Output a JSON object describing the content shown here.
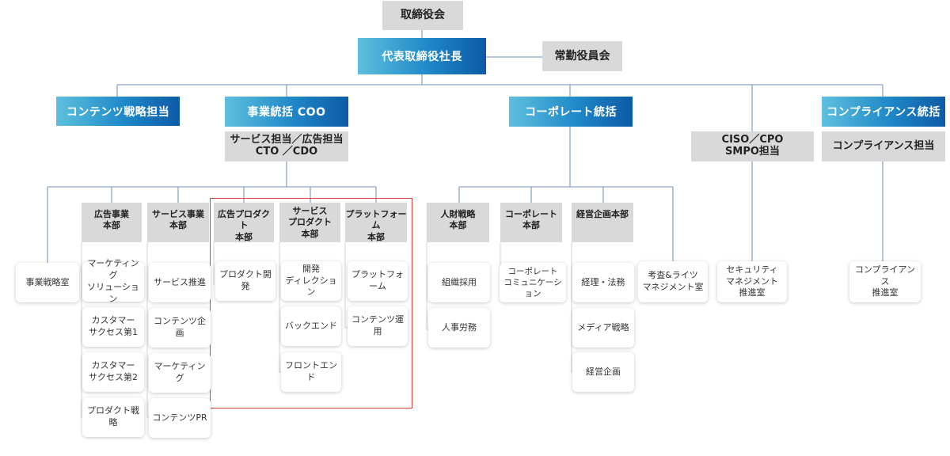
{
  "nodes": {
    "board": "取締役会",
    "ceo": "代表取締役社長",
    "executive_committee": "常勤役員会",
    "content_strategy": "コンテンツ戦略担当",
    "coo": "事業統括 COO",
    "coo_sub": "サービス担当／広告担当\nCTO ／CDO",
    "corporate": "コーポレート統括",
    "ciso": "CISO／CPO\nSMPO担当",
    "compliance": "コンプライアンス統括",
    "compliance_sub": "コンプライアンス担当"
  },
  "departments": {
    "ad_biz": "広告事業\n本部",
    "service_biz": "サービス事業\n本部",
    "ad_product": "広告プロダクト\n本部",
    "service_product": "サービス\nプロダクト\n本部",
    "platform": "プラットフォーム\n本部",
    "hr": "人財戦略\n本部",
    "corporate_hq": "コーポレート\n本部",
    "management_planning": "経営企画本部"
  },
  "units": {
    "biz_strategy_office": "事業戦略室",
    "marketing_solution": "マーケティング\nソリューション",
    "customer_success_1": "カスタマー\nサクセス第1",
    "customer_success_2": "カスタマー\nサクセス第2",
    "product_strategy": "プロダクト戦略",
    "service_promotion": "サービス推進",
    "content_planning": "コンテンツ企画",
    "marketing": "マーケティング",
    "content_pr": "コンテンツPR",
    "product_dev": "プロダクト開発",
    "dev_direction": "開発\nディレクション",
    "backend": "バックエンド",
    "frontend": "フロントエンド",
    "platform_unit": "プラットフォーム",
    "content_ops": "コンテンツ運用",
    "recruiting": "組織採用",
    "labor": "人事労務",
    "corp_comm": "コーポレート\nコミュニケーション",
    "accounting_legal": "経理・法務",
    "media_strategy": "メディア戦略",
    "mgmt_planning": "経営企画",
    "audit_rights": "考査&ライツ\nマネジメント室",
    "security_office": "セキュリティ\nマネジメント\n推進室",
    "compliance_office": "コンプライアンス\n推進室"
  },
  "colors": {
    "accent_blue": "#1f88c8",
    "box_gray": "#d9d9d9",
    "line": "#8ba4c8",
    "highlight": "#d9413a"
  }
}
